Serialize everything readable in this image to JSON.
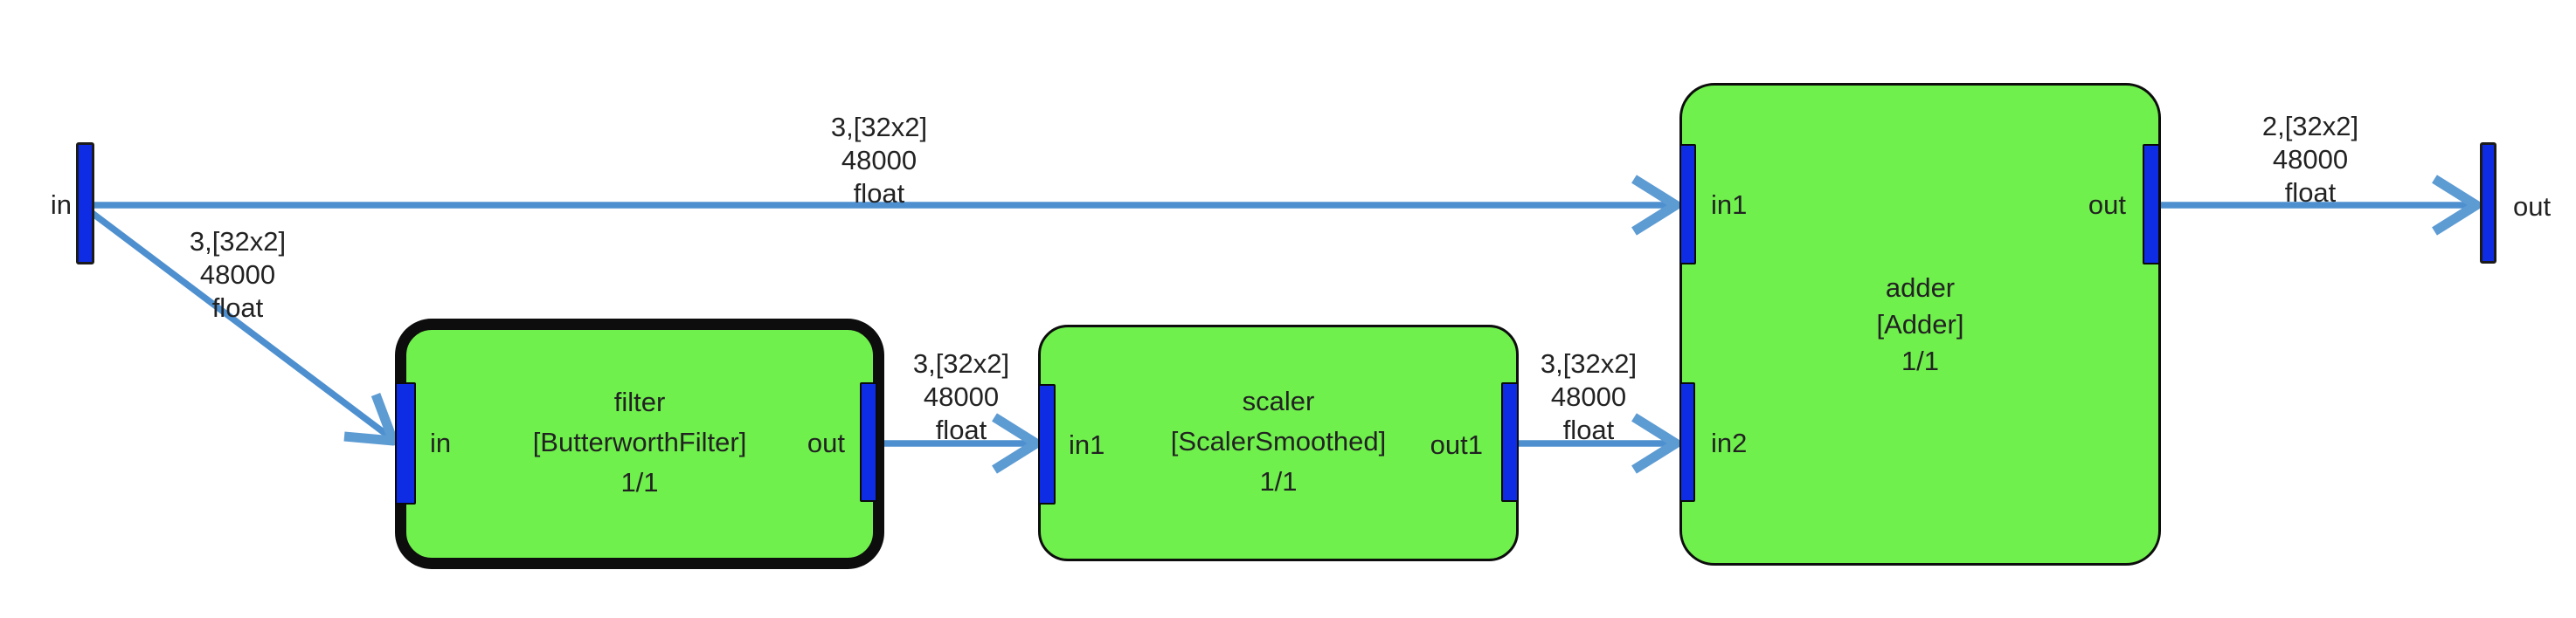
{
  "diagram": {
    "colors": {
      "block_fill": "#6ff04c",
      "port_blue": "#0e2ce4",
      "edge_blue": "#4e90cf",
      "edge_head": "#5d9bd3",
      "text_color": "#222222",
      "block_border": "#0d0d0d"
    },
    "source": {
      "label": "in"
    },
    "sink": {
      "label": "out"
    },
    "blocks": [
      {
        "id": "filter",
        "title": "filter",
        "class_name": "[ButterworthFilter]",
        "ratio": "1/1",
        "selected": true,
        "ports": {
          "inputs": [
            {
              "label": "in"
            }
          ],
          "outputs": [
            {
              "label": "out"
            }
          ]
        }
      },
      {
        "id": "scaler",
        "title": "scaler",
        "class_name": "[ScalerSmoothed]",
        "ratio": "1/1",
        "selected": false,
        "ports": {
          "inputs": [
            {
              "label": "in1"
            }
          ],
          "outputs": [
            {
              "label": "out1"
            }
          ]
        }
      },
      {
        "id": "adder",
        "title": "adder",
        "class_name": "[Adder]",
        "ratio": "1/1",
        "selected": false,
        "ports": {
          "inputs": [
            {
              "label": "in1"
            },
            {
              "label": "in2"
            }
          ],
          "outputs": [
            {
              "label": "out"
            }
          ]
        }
      }
    ],
    "edges": [
      {
        "from": "in",
        "to": "adder.in1",
        "label": [
          "3,[32x2]",
          "48000",
          "float"
        ]
      },
      {
        "from": "in",
        "to": "filter.in",
        "label": [
          "3,[32x2]",
          "48000",
          "float"
        ]
      },
      {
        "from": "filter.out",
        "to": "scaler.in1",
        "label": [
          "3,[32x2]",
          "48000",
          "float"
        ]
      },
      {
        "from": "scaler.out1",
        "to": "adder.in2",
        "label": [
          "3,[32x2]",
          "48000",
          "float"
        ]
      },
      {
        "from": "adder.out",
        "to": "out",
        "label": [
          "2,[32x2]",
          "48000",
          "float"
        ]
      }
    ]
  }
}
